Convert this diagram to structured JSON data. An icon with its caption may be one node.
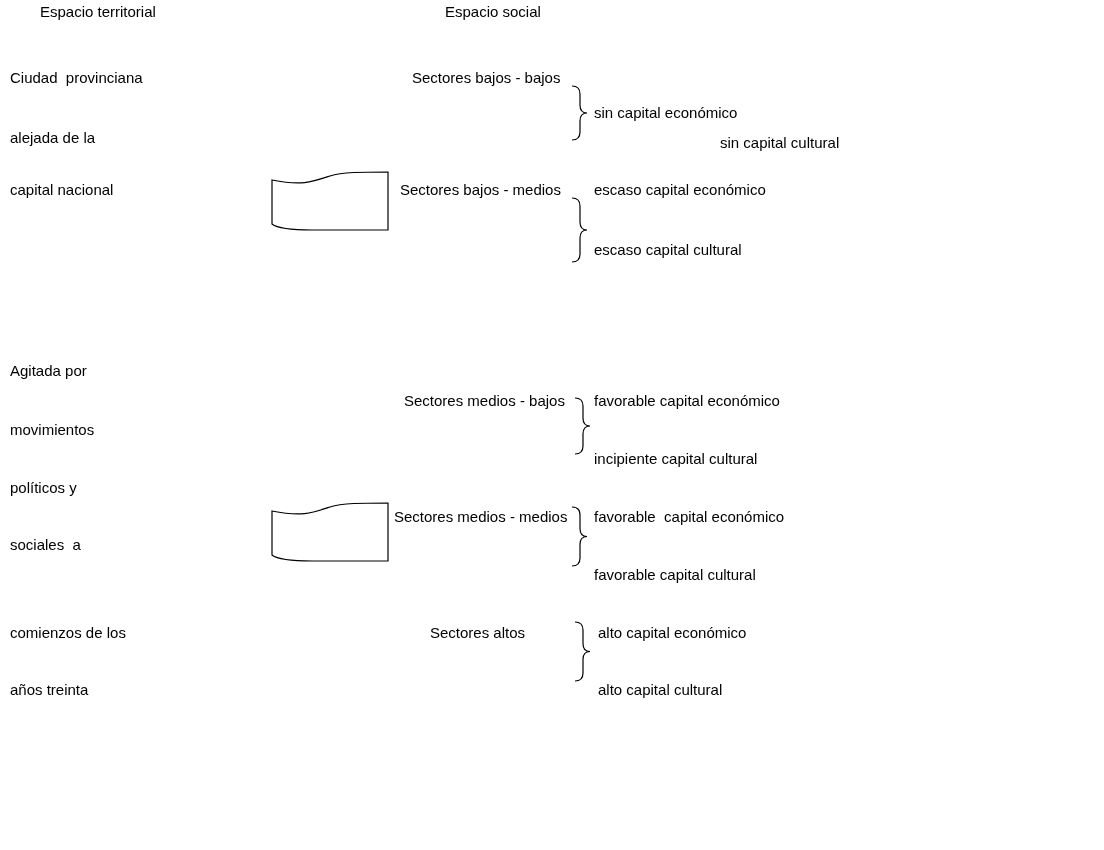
{
  "diagram": {
    "nodes": [
      {
        "text": [],
        "shape": "banner"
      },
      {
        "text": [],
        "shape": "banner"
      }
    ],
    "labels": [
      "Espacio territorial",
      "Espacio social",
      "Ciudad  provinciana",
      "Sectores bajos - bajos",
      "sin capital económico",
      "alejada de la",
      "sin capital cultural",
      "capital nacional",
      "Sectores bajos - medios",
      "escaso capital económico",
      "escaso capital cultural",
      "Agitada por",
      "Sectores medios - bajos",
      "favorable capital económico",
      "movimientos",
      "incipiente capital cultural",
      "políticos y",
      "Sectores medios - medios",
      "favorable  capital económico",
      "sociales  a",
      "favorable capital cultural",
      "comienzos de los",
      "Sectores altos",
      "alto capital económico",
      "años treinta",
      "alto capital cultural"
    ]
  }
}
